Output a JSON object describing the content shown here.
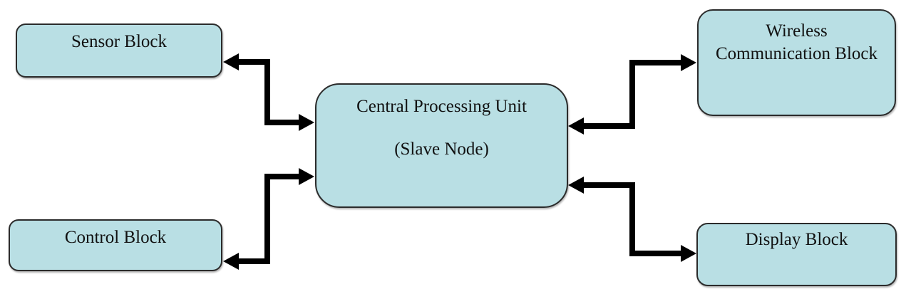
{
  "diagram": {
    "nodes": {
      "sensor": {
        "label": "Sensor Block"
      },
      "control": {
        "label": "Control Block"
      },
      "cpu": {
        "line1": "Central Processing Unit",
        "line2": "(Slave Node)"
      },
      "wireless": {
        "line1": "Wireless",
        "line2": "Communication Block"
      },
      "display": {
        "label": "Display Block"
      }
    },
    "connections": [
      {
        "from": "central-processing-unit",
        "to": "sensor-block",
        "bidirectional": true
      },
      {
        "from": "central-processing-unit",
        "to": "control-block",
        "bidirectional": true
      },
      {
        "from": "central-processing-unit",
        "to": "wireless-communication-block",
        "bidirectional": true
      },
      {
        "from": "central-processing-unit",
        "to": "display-block",
        "bidirectional": true
      }
    ],
    "colors": {
      "node_fill": "#b9dfe4",
      "node_border": "#2b2b2b",
      "arrow": "#000000",
      "background": "#ffffff",
      "text": "#111111"
    }
  }
}
